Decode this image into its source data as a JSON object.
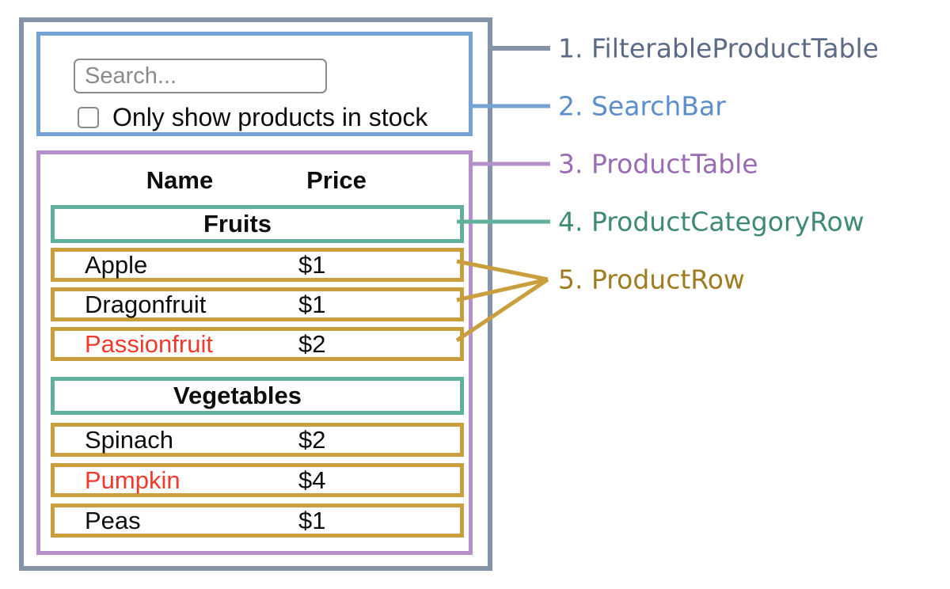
{
  "search_bar": {
    "placeholder": "Search...",
    "checkbox_label": "Only show products in stock"
  },
  "table": {
    "headers": {
      "name": "Name",
      "price": "Price"
    },
    "sections": [
      {
        "category": "Fruits",
        "products": [
          {
            "name": "Apple",
            "price": "$1",
            "highlighted": false
          },
          {
            "name": "Dragonfruit",
            "price": "$1",
            "highlighted": false
          },
          {
            "name": "Passionfruit",
            "price": "$2",
            "highlighted": true
          }
        ]
      },
      {
        "category": "Vegetables",
        "products": [
          {
            "name": "Spinach",
            "price": "$2",
            "highlighted": false
          },
          {
            "name": "Pumpkin",
            "price": "$4",
            "highlighted": true
          },
          {
            "name": "Peas",
            "price": "$1",
            "highlighted": false
          }
        ]
      }
    ]
  },
  "legend": [
    {
      "label": "1. FilterableProductTable",
      "line_color": "#8593a9",
      "text_color": "#5b6a86"
    },
    {
      "label": "2. SearchBar",
      "line_color": "#74a2d5",
      "text_color": "#5b8ecb"
    },
    {
      "label": "3. ProductTable",
      "line_color": "#b48fc9",
      "text_color": "#9a6cb4"
    },
    {
      "label": "4. ProductCategoryRow",
      "line_color": "#60b09d",
      "text_color": "#3f8a74"
    },
    {
      "label": "5. ProductRow",
      "line_color": "#c99e3d",
      "text_color": "#9f7c20"
    }
  ],
  "colors": {
    "highlight_text": "#f13a2c",
    "outer_border": "#8593a9",
    "searchbar_border": "#74a2d5",
    "producttable_border": "#b48fc9",
    "category_border": "#60b09d",
    "productrow_border": "#c99e3d"
  }
}
